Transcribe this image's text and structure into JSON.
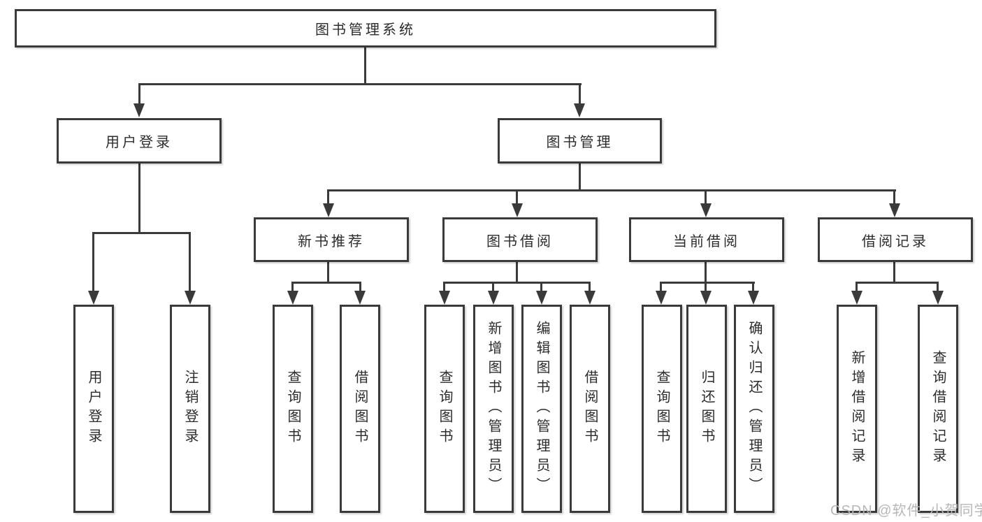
{
  "diagram": {
    "root": {
      "label": "图书管理系统"
    },
    "level1": [
      {
        "label": "用户登录"
      },
      {
        "label": "图书管理"
      }
    ],
    "level2": [
      {
        "label": "新书推荐"
      },
      {
        "label": "图书借阅"
      },
      {
        "label": "当前借阅"
      },
      {
        "label": "借阅记录"
      }
    ],
    "leaves": {
      "user_login": [
        {
          "label": "用户登录"
        },
        {
          "label": "注销登录"
        }
      ],
      "new_books": [
        {
          "label": "查询图书"
        },
        {
          "label": "借阅图书"
        }
      ],
      "book_borrowing": [
        {
          "label": "查询图书"
        },
        {
          "label": "新增图书（管理员）"
        },
        {
          "label": "编辑图书（管理员）"
        },
        {
          "label": "借阅图书"
        }
      ],
      "current_borrowing": [
        {
          "label": "查询图书"
        },
        {
          "label": "归还图书"
        },
        {
          "label": "确认归还（管理员）"
        }
      ],
      "borrowing_records": [
        {
          "label": "新增借阅记录"
        },
        {
          "label": "查询借阅记录"
        }
      ]
    },
    "watermark": "CSDN @软件_小贺同学",
    "colors": {
      "line": "#3a3a3a",
      "text": "#2c2c2c",
      "watermark": "#b5b7b9",
      "background": "#ffffff"
    }
  }
}
